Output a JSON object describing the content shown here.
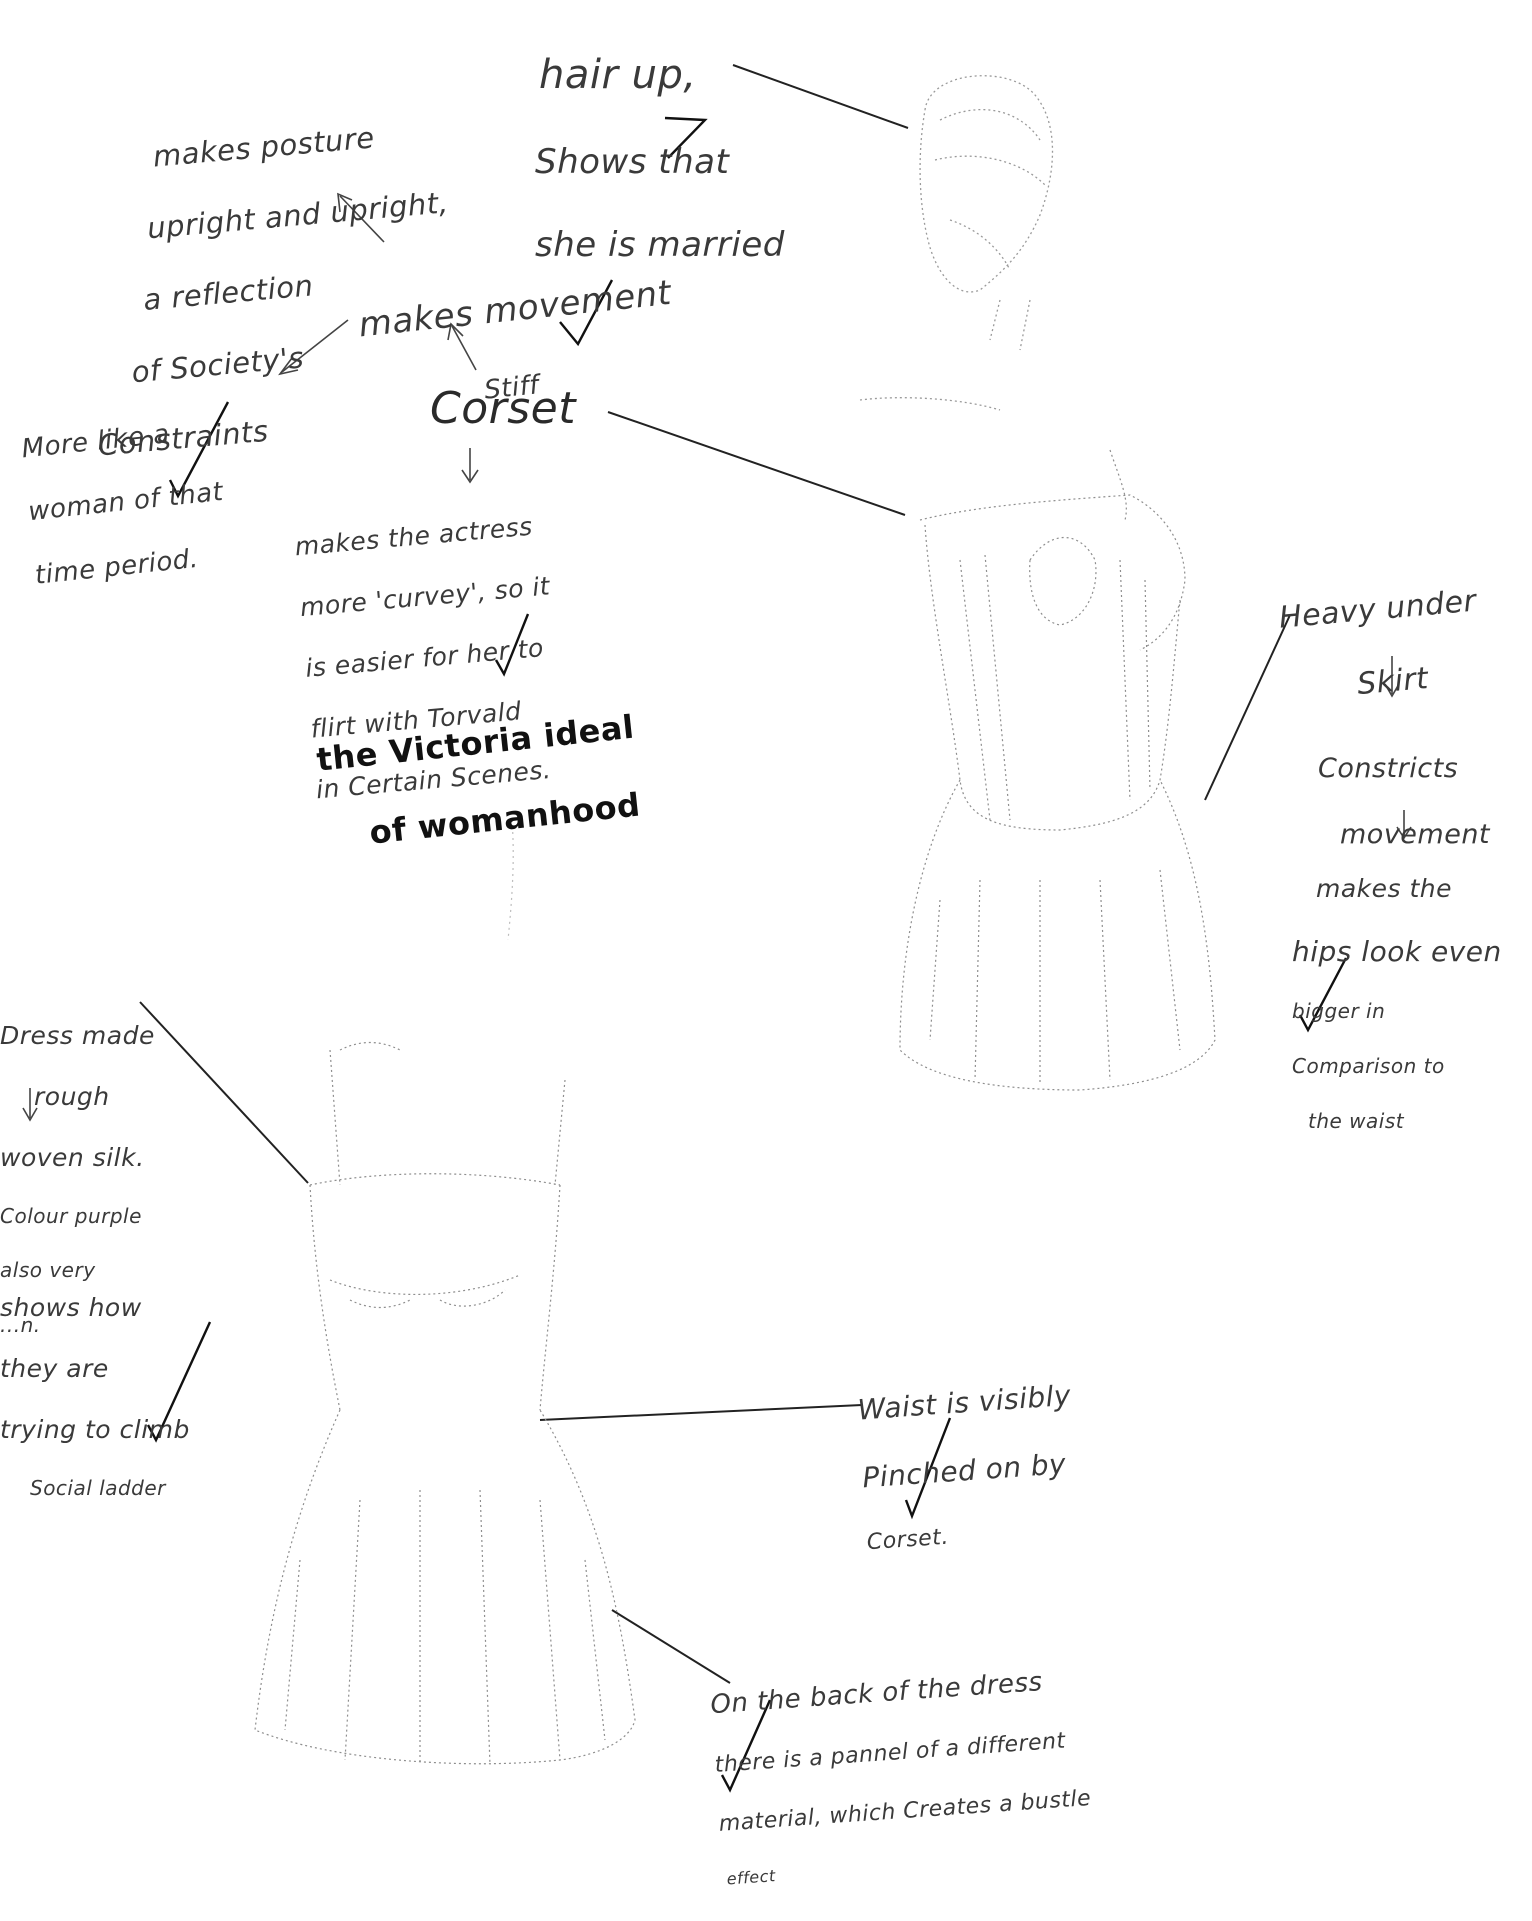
{
  "notes": {
    "hair": [
      "hair up,",
      "Shows that",
      "she is married"
    ],
    "posture": [
      "makes posture",
      "upright and upright,",
      "a reflection",
      "of Society's",
      "Constraints"
    ],
    "movement": [
      "makes movement",
      "Stiff"
    ],
    "corset": "Corset",
    "woman_period": [
      "More like a",
      "woman of that",
      "time period."
    ],
    "curvy": [
      "makes the actress",
      "more 'curvey', so it",
      "is easier for her to",
      "flirt with Torvald",
      "in Certain Scenes."
    ],
    "victorian": [
      "the Victoria ideal",
      "of womanhood"
    ],
    "underskirt": [
      "Heavy under",
      "Skirt"
    ],
    "constricts": [
      "Constricts",
      "movement"
    ],
    "hips": [
      "makes the",
      "hips look even",
      "bigger in",
      "Comparison to",
      "the waist"
    ],
    "silk": [
      "Dress made",
      "rough",
      "woven silk.",
      "Colour purple",
      "also very",
      "...n."
    ],
    "social": [
      "shows how",
      "they are",
      "trying to climb",
      "Social ladder"
    ],
    "waist": [
      "Waist is visibly",
      "Pinched on by",
      "Corset."
    ],
    "bustle": [
      "On the back of the dress",
      "there is a pannel of a different",
      "material, which Creates a bustle",
      "effect"
    ]
  },
  "colors": {
    "pencil": "#3a3a3a",
    "ink": "#111111",
    "sketch": "#9a9a9a"
  }
}
